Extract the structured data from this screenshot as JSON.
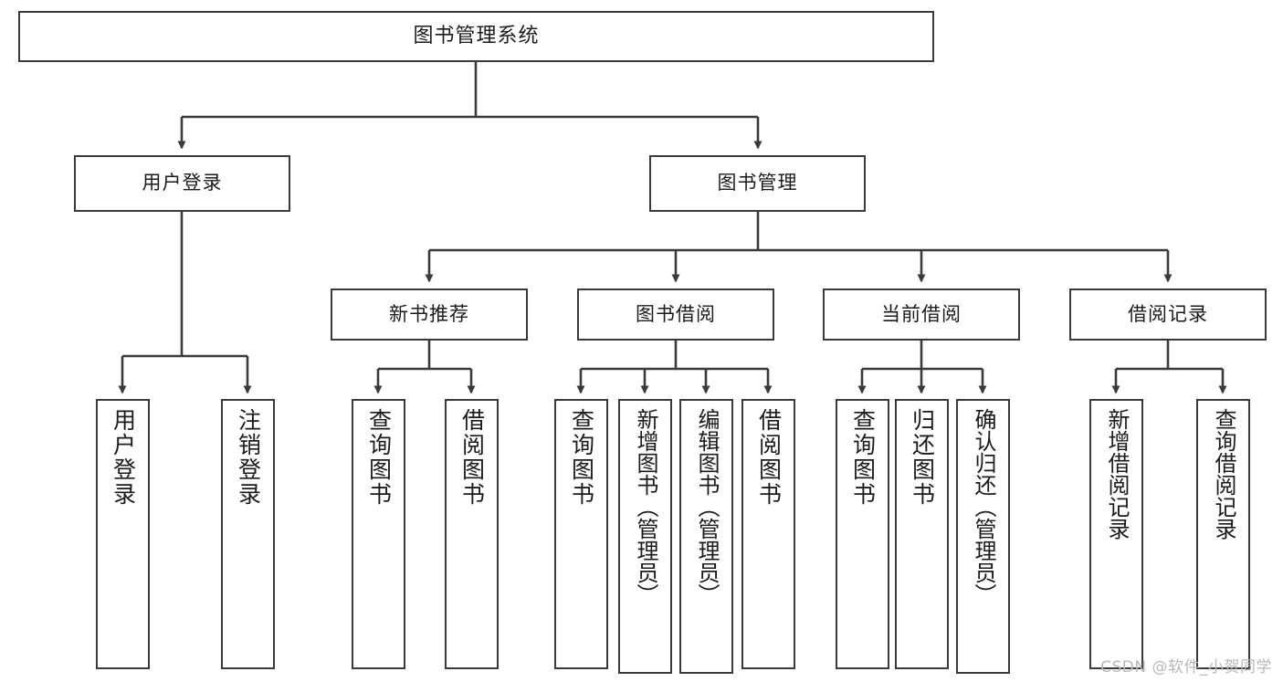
{
  "diagram": {
    "title": "图书管理系统",
    "type": "tree-hierarchy-chart",
    "colors": {
      "box_border": "#3a3a3a",
      "box_fill": "#ffffff",
      "edge": "#3a3a3a",
      "text": "#1b1b1b",
      "watermark": "#b9b9b9",
      "background": "#ffffff"
    },
    "nodes": {
      "root": {
        "label": "图书管理系统"
      },
      "level2": [
        {
          "label": "用户登录"
        },
        {
          "label": "图书管理"
        }
      ],
      "level3": [
        {
          "label": "新书推荐"
        },
        {
          "label": "图书借阅"
        },
        {
          "label": "当前借阅"
        },
        {
          "label": "借阅记录"
        }
      ],
      "leaves_user_login": [
        {
          "label": "用户登录"
        },
        {
          "label": "注销登录"
        }
      ],
      "leaves_new_book": [
        {
          "label": "查询图书"
        },
        {
          "label": "借阅图书"
        }
      ],
      "leaves_book_borrow": [
        {
          "label": "查询图书"
        },
        {
          "label": "新增图书（管理员）"
        },
        {
          "label": "编辑图书（管理员）"
        },
        {
          "label": "借阅图书"
        }
      ],
      "leaves_current_borrow": [
        {
          "label": "查询图书"
        },
        {
          "label": "归还图书"
        },
        {
          "label": "确认归还（管理员）"
        }
      ],
      "leaves_borrow_record": [
        {
          "label": "新增借阅记录"
        },
        {
          "label": "查询借阅记录"
        }
      ]
    },
    "watermark": "CSDN @软件_小贺同学"
  }
}
